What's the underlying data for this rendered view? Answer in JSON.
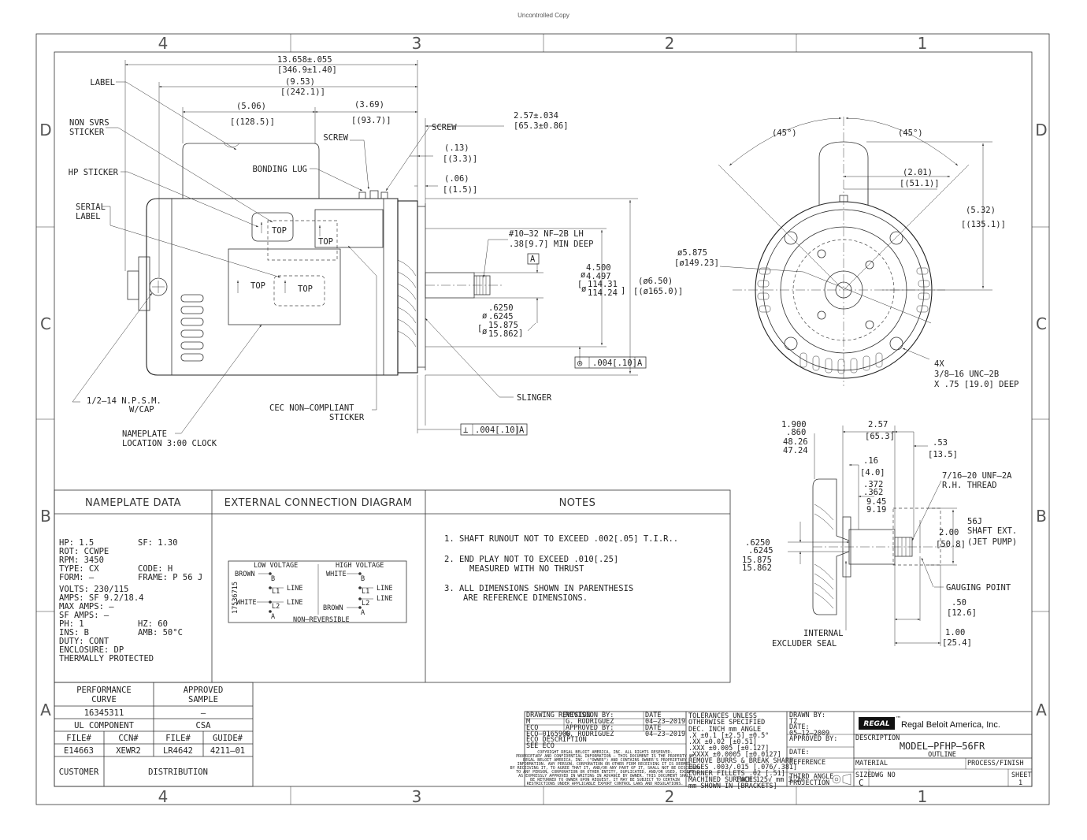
{
  "header": {
    "stamp": "Uncontrolled Copy"
  },
  "zones": {
    "columns": [
      "4",
      "3",
      "2",
      "1"
    ],
    "rows": [
      "D",
      "C",
      "B",
      "A"
    ]
  },
  "side_view": {
    "dims": {
      "overall": "13.658±.055",
      "overall_mm": "[346.9±1.40]",
      "d953": "(9.53)",
      "d953_mm": "[(242.1)]",
      "d506": "(5.06)",
      "d506_mm": "[(128.5)]",
      "d369": "(3.69)",
      "d369_mm": "[(93.7)]",
      "d257": "2.57±.034",
      "d257_mm": "[65.3±0.86]",
      "d013": "(.13)",
      "d013_mm": "[(3.3)]",
      "d006": "(.06)",
      "d006_mm": "[(1.5)]",
      "thread": "#10–32 NF–2B LH",
      "thread_depth": ".38[9.7] MIN DEEP",
      "datum": "A",
      "pilot_a": "4.500",
      "pilot_b": "4.497",
      "pilot_c": "114.31",
      "pilot_d": "114.24",
      "dia650": "(ø6.50)",
      "dia650_mm": "[(ø165.0)]",
      "shaft_a": ".6250",
      "shaft_b": ".6245",
      "shaft_c": "15.875",
      "shaft_d": "15.862",
      "runout_tol": ".004[.10]",
      "perp_tol": ".004[.10]",
      "phi": "ø",
      "conc_sym": "◎",
      "perp_sym": "⊥"
    },
    "labels": {
      "label": "LABEL",
      "non_svrs": "NON SVRS",
      "sticker": "STICKER",
      "hp_sticker": "HP STICKER",
      "serial": "SERIAL",
      "serial2": "LABEL",
      "screw1": "SCREW",
      "screw2": "SCREW",
      "bonding_lug": "BONDING LUG",
      "top": "TOP",
      "npsm": "1/2–14 N.P.S.M.",
      "wcap": "W/CAP",
      "cec": "CEC NON–COMPLIANT",
      "cec2": "STICKER",
      "nameplate": "NAMEPLATE",
      "nameplate2": "LOCATION 3:00 CLOCK",
      "slinger": "SLINGER"
    }
  },
  "end_view": {
    "a45_left": "(45°)",
    "a45_right": "(45°)",
    "d201": "(2.01)",
    "d201_mm": "[(51.1)]",
    "d532": "(5.32)",
    "d532_mm": "[(135.1)]",
    "bc": "ø5.875",
    "bc_mm": "[ø149.23]",
    "holes1": "4X",
    "holes2": "3/8–16 UNC–2B",
    "holes3": "X .75 [19.0] DEEP"
  },
  "shaft_view": {
    "d1900": "1.900",
    "d1860": ".860",
    "d4826": "48.26",
    "d4724": "47.24",
    "d257": "2.57",
    "d257_mm": "[65.3]",
    "d053": ".53",
    "d053_mm": "[13.5]",
    "d016": ".16",
    "d016_mm": "[4.0]",
    "d372": ".372",
    "d362": ".362",
    "d945": "9.45",
    "d919": "9.19",
    "thread1": "7/16–20 UNF–2A",
    "thread2": "R.H. THREAD",
    "d6250": ".6250",
    "d6245": ".6245",
    "d15875": "15.875",
    "d15862": "15.862",
    "d200": "2.00",
    "d200_mm": "[50.8]",
    "ext1": "56J",
    "ext2": "SHAFT EXT.",
    "ext3": "(JET PUMP)",
    "gauging": "GAUGING POINT",
    "d050": ".50",
    "d050_mm": "[12.6]",
    "d100": "1.00",
    "d100_mm": "[25.4]",
    "seal1": "INTERNAL",
    "seal2": "EXCLUDER SEAL"
  },
  "nameplate_data": {
    "title": "NAMEPLATE DATA",
    "lines": [
      "HP: 1.5",
      "ROT: CCWPE",
      "RPM: 3450",
      "TYPE: CX",
      "FORM: –",
      "VOLTS: 230/115",
      "AMPS: SF 9.2/18.4",
      "MAX AMPS: –",
      "SF AMPS: –",
      "PH: 1",
      "INS: B",
      "DUTY: CONT",
      "ENCLOSURE: DP",
      "THERMALLY PROTECTED"
    ],
    "sf": "SF: 1.30",
    "code": "CODE: H",
    "frame": "FRAME: P  56  J",
    "hz": "HZ: 60",
    "amb": "AMB: 50°C"
  },
  "connection": {
    "title": "EXTERNAL CONNECTION DIAGRAM",
    "low": "LOW VOLTAGE",
    "high": "HIGH VOLTAGE",
    "brown": "BROWN",
    "white": "WHITE",
    "b": "B",
    "a": "A",
    "l1": "L1",
    "l2": "L2",
    "line": "LINE",
    "part": "17536715",
    "nonrev": "NON–REVERSIBLE"
  },
  "notes": {
    "title": "NOTES",
    "n1": "1.   SHAFT RUNOUT NOT TO EXCEED .002[.05] T.I.R..",
    "n2a": "2.   END PLAY NOT TO EXCEED .010[.25]",
    "n2b": "MEASURED WITH NO THRUST",
    "n3a": "3.   ALL DIMENSIONS SHOWN IN PARENTHESIS",
    "n3b": "ARE REFERENCE DIMENSIONS."
  },
  "approval_table": {
    "perf1": "PERFORMANCE",
    "perf2": "CURVE",
    "appr1": "APPROVED",
    "appr2": "SAMPLE",
    "perf_val": "16345311",
    "appr_val": "–",
    "ul": "UL COMPONENT",
    "csa": "CSA",
    "hdr": [
      "FILE#",
      "CCN#",
      "FILE#",
      "GUIDE#"
    ],
    "vals": [
      "E14663",
      "XEWR2",
      "LR4642",
      "4211–01"
    ],
    "customer": "CUSTOMER",
    "distribution": "DISTRIBUTION"
  },
  "title_block": {
    "drawing_revision": "DRAWING REVISION",
    "rev": "M",
    "revision_by": "REVISION BY:",
    "revision_by_val": "G. RODRIGUEZ",
    "date_lbl": "DATE",
    "date1": "04–23–2019",
    "eco_lbl": "ECO",
    "eco_val": "ECO–0165900",
    "approved_by": "APPROVED BY:",
    "approved_by_val": "G. RODRIGUEZ",
    "date2": "04–23–2019",
    "eco_desc": "ECO DESCRIPTION",
    "see_eco": "SEE ECO",
    "copyright": [
      "COPYRIGHT REGAL BELOIT AMERICA, INC. ALL RIGHTS RESERVED.",
      "PROPRIETARY AND CONFIDENTIAL INFORMATION – THIS DOCUMENT IS THE PROPERTY OF",
      "REGAL BELOIT AMERICA, INC. (\"OWNER\") AND CONTAINS OWNER'S PROPRIETARY",
      "INFORMATION. ANY PERSON, CORPORATION OR OTHER FIRM RECEIVING IT IS DEEMED,",
      "BY RECEIVING IT, TO AGREE THAT IT, AND/OR ANY PART OF IT, SHALL NOT BE DISCLOSED",
      "TO ANY PERSON, CORPORATION OR OTHER ENTITY, DUPLICATED, AND/OR USED, EXCEPT",
      "AS EXPRESSLY APPROVED IN WRITING IN ADVANCE BY OWNER. THIS DOCUMENT SHALL",
      "BE RETURNED TO OWNER UPON REQUEST. IT MAY BE SUBJECT TO CERTAIN",
      "RESTRICTIONS UNDER APPLICABLE EXPORT CONTROL LAWS AND REGULATIONS."
    ],
    "tol1": "TOLERANCES UNLESS",
    "tol2": "OTHERWISE SPECIFIED",
    "tol_hdr": "DEC.   INCH      mm    ANGLE",
    "tol_x": ".X      ±0.1      [±2.5]   ±0.5°",
    "tol_xx": ".XX     ±0.02     [±0.51]",
    "tol_xxx": ".XXX    ±0.005    [±0.127]",
    "tol_xxxx": ".XXXX   ±0.0005  [±0.0127]",
    "burrs": "REMOVE BURRS & BREAK SHARP",
    "edges": "EDGES .003/.015 [.076/.381]",
    "fillets": "CORNER FILLETS .02 [.51]",
    "machined": "MACHINED SURFACES",
    "finish": "INCH 125√ mm 3.2√",
    "mm_shown": "mm SHOWN IN [BRACKETS]",
    "drawn_by": "DRAWN BY:",
    "drawn_by_val": "TZ",
    "date3_lbl": "DATE:",
    "date3": "05–12–2009",
    "approved_by2": "APPROVED BY:",
    "date4_lbl": "DATE:",
    "reference": "REFERENCE",
    "third_angle1": "THIRD ANGLE",
    "third_angle2": "PROJECTION",
    "logo": "REGAL",
    "tm": "™",
    "company": "Regal Beloit America, Inc.",
    "description_lbl": "DESCRIPTION",
    "model": "MODEL–PFHP–56FR",
    "outline": "OUTLINE",
    "material": "MATERIAL",
    "process": "PROCESS/FINISH",
    "size_lbl": "SIZE",
    "size_val": "C",
    "dwg_no": "DWG NO",
    "sheet_lbl": "SHEET",
    "sheet_val": "1"
  }
}
